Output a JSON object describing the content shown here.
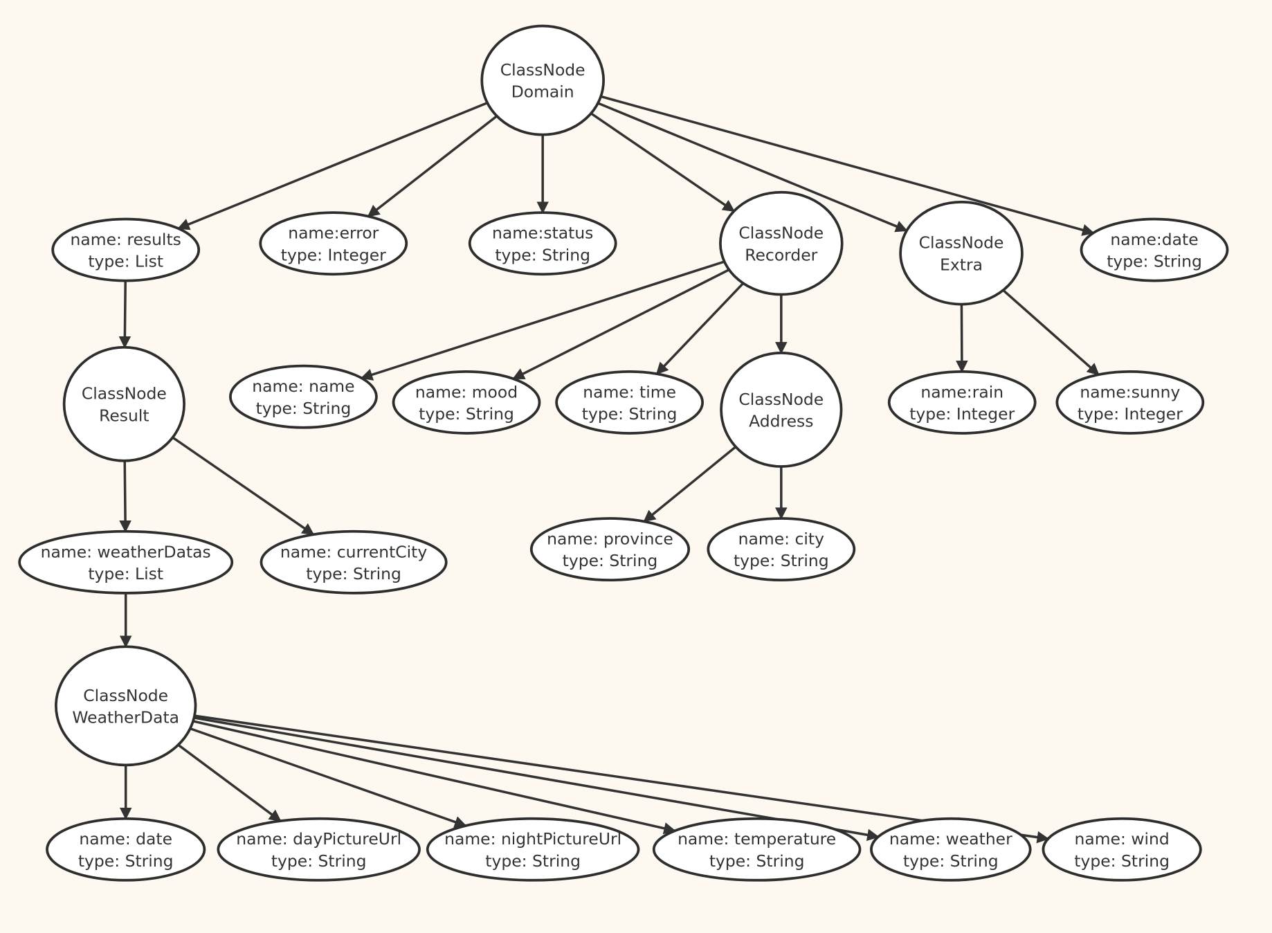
{
  "diagram": {
    "nodes": [
      {
        "id": "domain",
        "line1": "ClassNode",
        "line2": "Domain"
      },
      {
        "id": "results",
        "line1": "name: results",
        "line2": "type: List"
      },
      {
        "id": "error",
        "line1": "name:error",
        "line2": "type: Integer"
      },
      {
        "id": "status",
        "line1": "name:status",
        "line2": "type: String"
      },
      {
        "id": "recorder",
        "line1": "ClassNode",
        "line2": "Recorder"
      },
      {
        "id": "extra",
        "line1": "ClassNode",
        "line2": "Extra"
      },
      {
        "id": "date",
        "line1": "name:date",
        "line2": "type: String"
      },
      {
        "id": "result",
        "line1": "ClassNode",
        "line2": "Result"
      },
      {
        "id": "rname",
        "line1": "name: name",
        "line2": "type: String"
      },
      {
        "id": "mood",
        "line1": "name: mood",
        "line2": "type: String"
      },
      {
        "id": "time",
        "line1": "name: time",
        "line2": "type: String"
      },
      {
        "id": "address",
        "line1": "ClassNode",
        "line2": "Address"
      },
      {
        "id": "rain",
        "line1": "name:rain",
        "line2": "type: Integer"
      },
      {
        "id": "sunny",
        "line1": "name:sunny",
        "line2": "type: Integer"
      },
      {
        "id": "weatherDatas",
        "line1": "name: weatherDatas",
        "line2": "type: List"
      },
      {
        "id": "currentCity",
        "line1": "name: currentCity",
        "line2": "type: String"
      },
      {
        "id": "province",
        "line1": "name: province",
        "line2": "type: String"
      },
      {
        "id": "city",
        "line1": "name: city",
        "line2": "type: String"
      },
      {
        "id": "weatherData",
        "line1": "ClassNode",
        "line2": "WeatherData"
      },
      {
        "id": "wdate",
        "line1": "name: date",
        "line2": "type: String"
      },
      {
        "id": "dayPictureUrl",
        "line1": "name: dayPictureUrl",
        "line2": "type: String"
      },
      {
        "id": "nightPictureUrl",
        "line1": "name: nightPictureUrl",
        "line2": "type: String"
      },
      {
        "id": "temperature",
        "line1": "name: temperature",
        "line2": "type: String"
      },
      {
        "id": "weather",
        "line1": "name: weather",
        "line2": "type: String"
      },
      {
        "id": "wind",
        "line1": "name: wind",
        "line2": "type: String"
      }
    ],
    "edges": [
      [
        "domain",
        "results"
      ],
      [
        "domain",
        "error"
      ],
      [
        "domain",
        "status"
      ],
      [
        "domain",
        "recorder"
      ],
      [
        "domain",
        "extra"
      ],
      [
        "domain",
        "date"
      ],
      [
        "results",
        "result"
      ],
      [
        "recorder",
        "rname"
      ],
      [
        "recorder",
        "mood"
      ],
      [
        "recorder",
        "time"
      ],
      [
        "recorder",
        "address"
      ],
      [
        "extra",
        "rain"
      ],
      [
        "extra",
        "sunny"
      ],
      [
        "result",
        "weatherDatas"
      ],
      [
        "result",
        "currentCity"
      ],
      [
        "address",
        "province"
      ],
      [
        "address",
        "city"
      ],
      [
        "weatherDatas",
        "weatherData"
      ],
      [
        "weatherData",
        "wdate"
      ],
      [
        "weatherData",
        "dayPictureUrl"
      ],
      [
        "weatherData",
        "nightPictureUrl"
      ],
      [
        "weatherData",
        "temperature"
      ],
      [
        "weatherData",
        "weather"
      ],
      [
        "weatherData",
        "wind"
      ]
    ]
  }
}
